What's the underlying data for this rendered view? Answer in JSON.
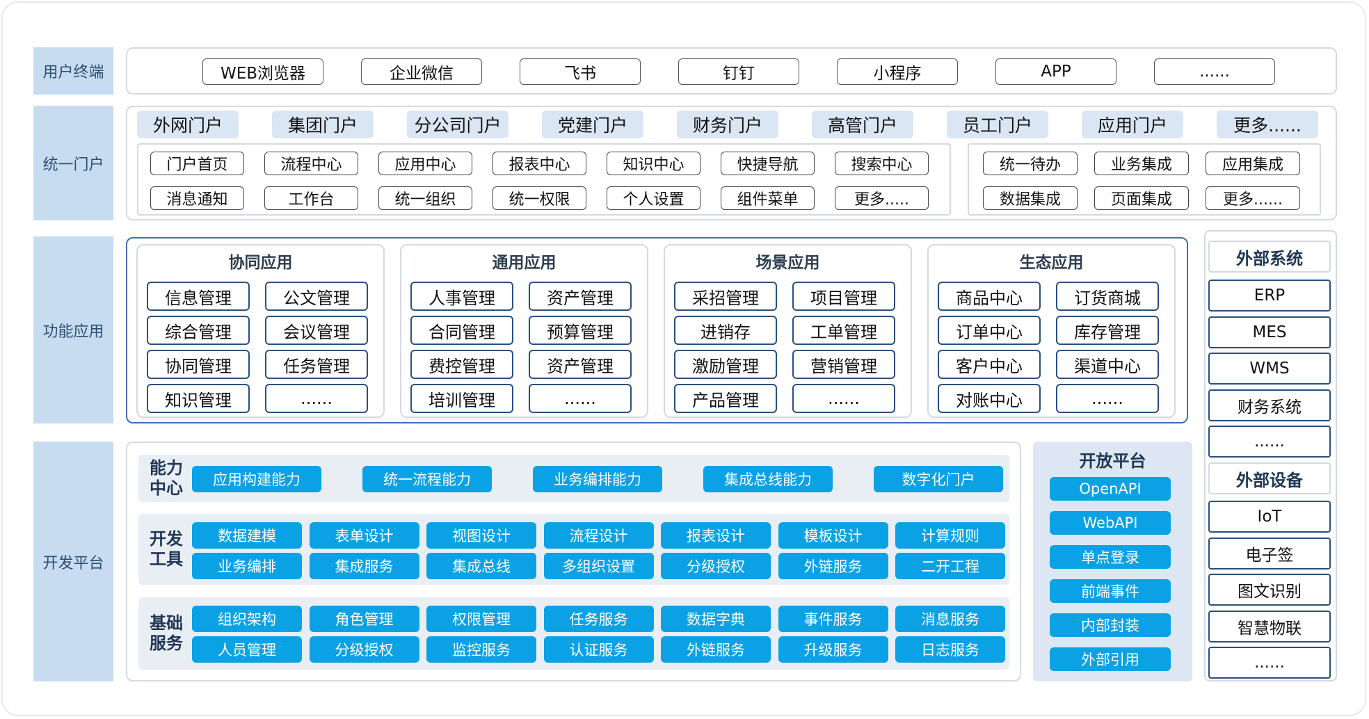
{
  "rows": {
    "user_terminal": "用户终端",
    "unified_portal": "统一门户",
    "function_apps": "功能应用",
    "dev_platform": "开发平台"
  },
  "terminals": [
    "WEB浏览器",
    "企业微信",
    "飞书",
    "钉钉",
    "小程序",
    "APP",
    "......"
  ],
  "portal_tabs": [
    "外网门户",
    "集团门户",
    "分公司门户",
    "党建门户",
    "财务门户",
    "高管门户",
    "员工门户",
    "应用门户",
    "更多......"
  ],
  "portal_left": [
    [
      "门户首页",
      "流程中心",
      "应用中心",
      "报表中心",
      "知识中心",
      "快捷导航",
      "搜索中心"
    ],
    [
      "消息通知",
      "工作台",
      "统一组织",
      "统一权限",
      "个人设置",
      "组件菜单",
      "更多....."
    ]
  ],
  "portal_right": [
    [
      "统一待办",
      "业务集成",
      "应用集成"
    ],
    [
      "数据集成",
      "页面集成",
      "更多......"
    ]
  ],
  "func_groups": [
    {
      "title": "协同应用",
      "items": [
        "信息管理",
        "公文管理",
        "综合管理",
        "会议管理",
        "协同管理",
        "任务管理",
        "知识管理",
        "......"
      ]
    },
    {
      "title": "通用应用",
      "items": [
        "人事管理",
        "资产管理",
        "合同管理",
        "预算管理",
        "费控管理",
        "资产管理",
        "培训管理",
        "......"
      ]
    },
    {
      "title": "场景应用",
      "items": [
        "采招管理",
        "项目管理",
        "进销存",
        "工单管理",
        "激励管理",
        "营销管理",
        "产品管理",
        "......"
      ]
    },
    {
      "title": "生态应用",
      "items": [
        "商品中心",
        "订货商城",
        "订单中心",
        "库存管理",
        "客户中心",
        "渠道中心",
        "对账中心",
        "......"
      ]
    }
  ],
  "capability": {
    "label": [
      "能力",
      "中心"
    ],
    "items": [
      "应用构建能力",
      "统一流程能力",
      "业务编排能力",
      "集成总线能力",
      "数字化门户"
    ]
  },
  "dev_tools": {
    "label": [
      "开发",
      "工具"
    ],
    "rows": [
      [
        "数据建模",
        "表单设计",
        "视图设计",
        "流程设计",
        "报表设计",
        "模板设计",
        "计算规则"
      ],
      [
        "业务编排",
        "集成服务",
        "集成总线",
        "多组织设置",
        "分级授权",
        "外链服务",
        "二开工程"
      ]
    ]
  },
  "base_services": {
    "label": [
      "基础",
      "服务"
    ],
    "rows": [
      [
        "组织架构",
        "角色管理",
        "权限管理",
        "任务服务",
        "数据字典",
        "事件服务",
        "消息服务"
      ],
      [
        "人员管理",
        "分级授权",
        "监控服务",
        "认证服务",
        "外链服务",
        "升级服务",
        "日志服务"
      ]
    ]
  },
  "open_platform": {
    "title": "开放平台",
    "items": [
      "OpenAPI",
      "WebAPI",
      "单点登录",
      "前端事件",
      "内部封装",
      "外部引用"
    ]
  },
  "external_systems": {
    "title": "外部系统",
    "items": [
      "ERP",
      "MES",
      "WMS",
      "财务系统",
      "......"
    ]
  },
  "external_devices": {
    "title": "外部设备",
    "items": [
      "IoT",
      "电子签",
      "图文识别",
      "智慧物联",
      "......"
    ]
  }
}
